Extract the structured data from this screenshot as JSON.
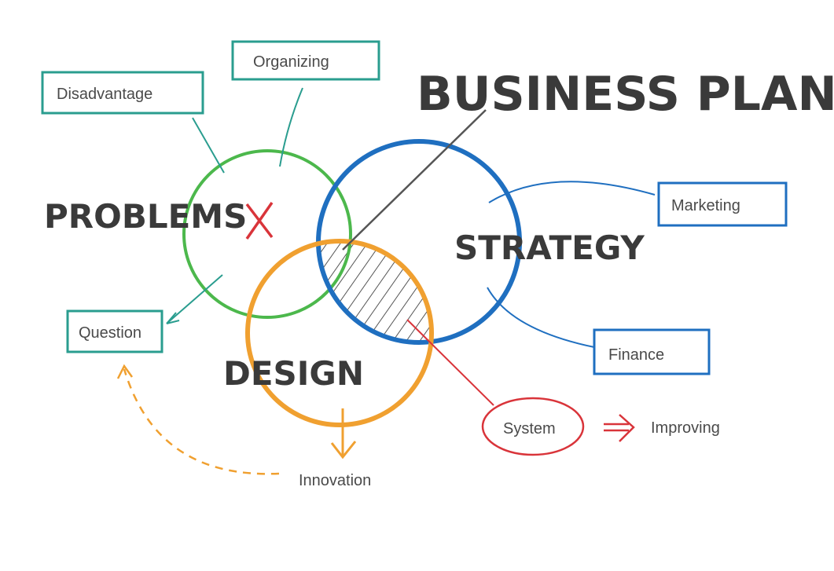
{
  "title": "BUSINESS PLAN",
  "circles": {
    "problems": {
      "label": "PROBLEMS",
      "color": "#4cb84c"
    },
    "strategy": {
      "label": "STRATEGY",
      "color": "#1f6fc0"
    },
    "design": {
      "label": "DESIGN",
      "color": "#f0a030"
    }
  },
  "boxes": {
    "disadvantage": {
      "label": "Disadvantage",
      "color": "#2a9d8f"
    },
    "organizing": {
      "label": "Organizing",
      "color": "#2a9d8f"
    },
    "question": {
      "label": "Question",
      "color": "#2a9d8f"
    },
    "marketing": {
      "label": "Marketing",
      "color": "#1f6fc0"
    },
    "finance": {
      "label": "Finance",
      "color": "#1f6fc0"
    }
  },
  "free_labels": {
    "system": "System",
    "improving": "Improving",
    "innovation": "Innovation"
  },
  "accent": {
    "red": "#d9343a",
    "hatch": "#555555",
    "title": "#3a3a3a"
  }
}
